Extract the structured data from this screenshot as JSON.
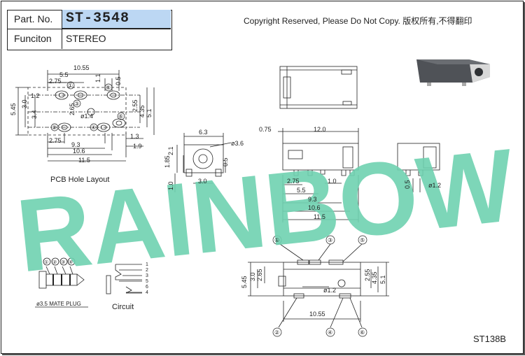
{
  "info": {
    "part_label": "Part. No.",
    "part_value": "ST-3548",
    "function_label": "Funciton",
    "function_value": "STEREO"
  },
  "copyright": "Copyright Reserved, Please Do Not Copy. 版权所有,不得翻印",
  "watermark": "RAINBOW",
  "model_code": "ST138B",
  "labels": {
    "pcb_layout": "PCB Hole Layout",
    "mate_plug": "ø3.5 MATE PLUG",
    "circuit": "Circuit"
  },
  "pcb_dims": {
    "d10_55": "10.55",
    "d5_5": "5.5",
    "d2_75": "2.75",
    "d1_1": "1.1",
    "d0_5": "0.5",
    "d5_45": "5.45",
    "d3_0": "3.0",
    "d1_2": "1.2",
    "d3_4": "3.4",
    "d2_65": "2.65",
    "d2_55": "2.55",
    "d4_35": "4.35",
    "d5_1": "5.1",
    "d_phi1_4": "ø1.4",
    "d2_75b": "2.75",
    "d9_3": "9.3",
    "d10_6": "10.6",
    "d11_5": "11.5",
    "d1_3": "1.3",
    "d1_9": "1.9"
  },
  "side_dims": {
    "d6_3": "6.3",
    "d_phi3_6": "ø3.6",
    "d1_85": "1.85",
    "d2_1": "2.1",
    "d0_5": "0.5",
    "d3_0": "3.0",
    "d1_0": "1.0"
  },
  "front_dims": {
    "d0_75": "0.75",
    "d12_0": "12.0",
    "d2_75": "2.75",
    "d5_5": "5.5",
    "d1_0": "1.0",
    "d9_3": "9.3",
    "d10_6": "10.6",
    "d11_5": "11.5"
  },
  "end_dims": {
    "d0_5": "0.5",
    "d_phi1_2": "ø1.2"
  },
  "bottom_dims": {
    "d5_45": "5.45",
    "d3_0": "3.0",
    "d2_65": "2.65",
    "d2_55": "2.55",
    "d4_35": "4.35",
    "d5_1": "5.1",
    "d10_55": "10.55",
    "d_phi1_2": "ø1.2"
  },
  "pins": {
    "p1": "①",
    "p2": "②",
    "p3": "③",
    "p4": "④",
    "p5": "⑤",
    "p6": "⑥"
  },
  "circuit_pins": [
    "1",
    "2",
    "3",
    "5",
    "6",
    "4"
  ],
  "plug_pins": [
    "①",
    "②",
    "③",
    "④"
  ],
  "colors": {
    "watermark": "#6fd1b0",
    "header_fill": "#bcd7f3",
    "line": "#222222"
  }
}
